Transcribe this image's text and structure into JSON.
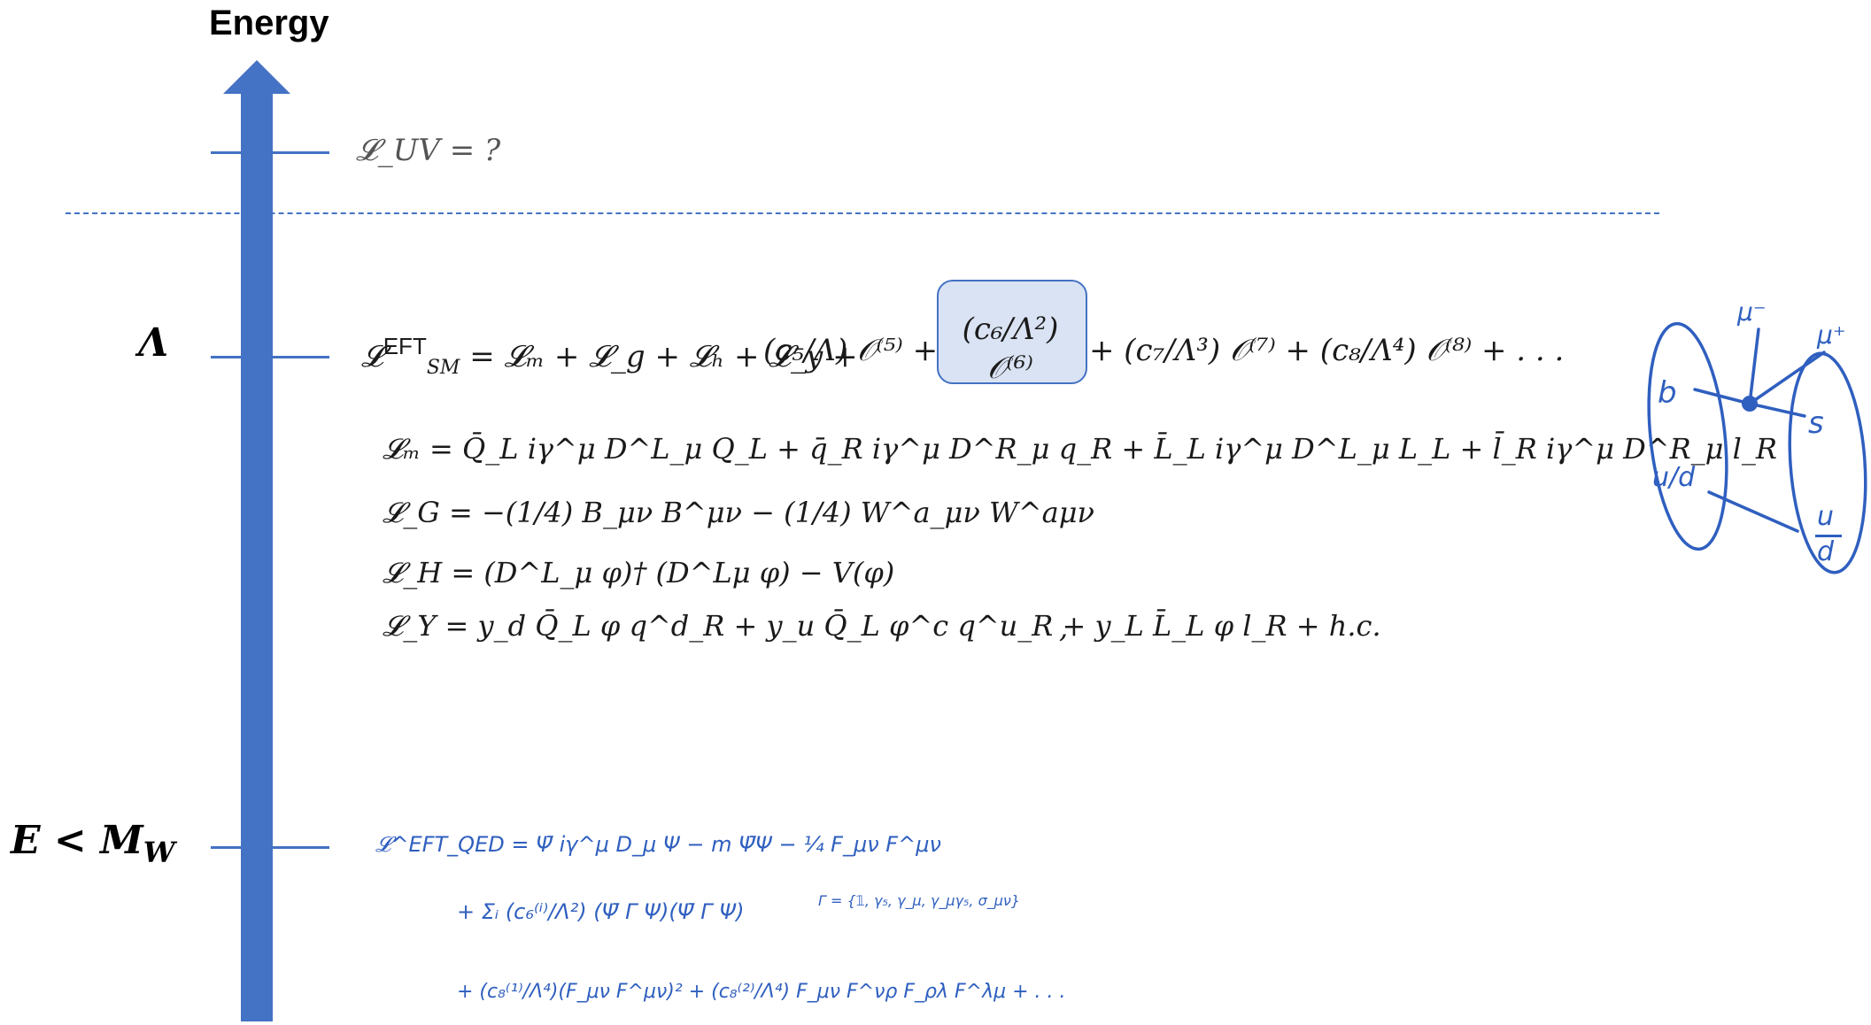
{
  "energy_axis": {
    "title": "Energy",
    "levels": {
      "uv": {
        "equation": "𝓛_UV = ?"
      },
      "lambda": {
        "label": "Λ"
      },
      "low": {
        "label_main": "E < M",
        "label_sub": "W"
      }
    },
    "accent_color": "#4472c4",
    "highlight_fill": "#dae3f3"
  },
  "equations": {
    "sm_eft_lhs_prefix": "𝓛",
    "sm_eft_lhs_super": "EFT",
    "sm_eft_lhs_sub": "SM",
    "sm_eft_rhs_a": "= 𝓛ₘ + 𝓛_g + 𝓛ₕ + 𝓛_y +",
    "term5": "(c₅/Λ) 𝒪⁽⁵⁾ +",
    "term6": "(c₆/Λ²) 𝒪⁽⁶⁾",
    "term_rest": "+ (c₇/Λ³) 𝒪⁽⁷⁾ + (c₈/Λ⁴) 𝒪⁽⁸⁾ + . . .",
    "lm": "𝓛ₘ = Q̄_L iγ^μ D^L_μ Q_L + q̄_R iγ^μ D^R_μ q_R + L̄_L iγ^μ D^L_μ L_L + l̄_R iγ^μ D^R_μ l_R",
    "lg": "𝓛_G = −(1/4) B_μν B^μν − (1/4) W^a_μν W^aμν",
    "lh": "𝓛_H = (D^L_μ φ)† (D^Lμ φ) − V(φ)",
    "ly": "𝓛_Y = y_d Q̄_L φ q^d_R + y_u Q̄_L φ^c q^u_R + y_L L̄_L φ l_R + h.c.",
    "ly_comma": ","
  },
  "handwritten": {
    "qed_line1": "𝓛^EFT_QED = Ψ̄ iγ^μ D_μ Ψ − m Ψ̄Ψ − ¼ F_μν F^μν",
    "qed_line2": "+ Σᵢ (c₆⁽ⁱ⁾/Λ²) (Ψ̄ Γ Ψ)(Ψ̄ Γ Ψ)",
    "gamma_set": "Γ = {𝟙, γ₅, γ_μ, γ_μγ₅, σ_μν}",
    "qed_line3": "+ (c₈⁽¹⁾/Λ⁴)(F_μν F^μν)² + (c₈⁽²⁾/Λ⁴) F_μν F^νρ F_ρλ F^λμ + . . .",
    "diagram": {
      "mu_minus": "μ⁻",
      "mu_plus": "μ⁺",
      "b": "b",
      "s": "s",
      "u_d_left": "u/d",
      "u_d_right_top": "u",
      "u_d_right_bottom": "d"
    }
  }
}
